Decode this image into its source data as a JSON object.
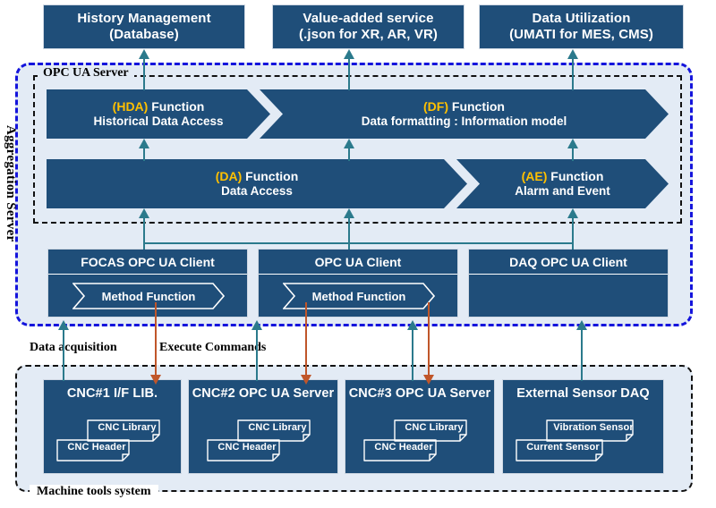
{
  "diagram": {
    "title": "OPC UA Aggregation Server architecture for machine tools",
    "colors": {
      "node_fill": "#1f4e79",
      "region_fill": "#e3ebf5",
      "aggregation_border": "#1414dc",
      "opc_border": "#111111",
      "code_highlight": "#ffc000",
      "arrow_up": "#2b7a8c",
      "arrow_down": "#c0562a"
    }
  },
  "consumers": [
    {
      "line1": "History Management",
      "line2": "(Database)"
    },
    {
      "line1": "Value-added service",
      "line2": "(.json for XR, AR, VR)"
    },
    {
      "line1": "Data Utilization",
      "line2": "(UMATI for MES, CMS)"
    }
  ],
  "aggregation_server": {
    "label": "Aggregation Server",
    "opc_ua_server": {
      "label": "OPC UA Server",
      "functions_row1": [
        {
          "code": "(HDA)",
          "suffix": " Function",
          "desc": "Historical Data Access"
        },
        {
          "code": "(DF)",
          "suffix": " Function",
          "desc": "Data formatting : Information model"
        }
      ],
      "functions_row2": [
        {
          "code": "(DA)",
          "suffix": " Function",
          "desc": "Data Access"
        },
        {
          "code": "(AE)",
          "suffix": " Function",
          "desc": "Alarm and Event"
        }
      ]
    },
    "clients": [
      {
        "title": "FOCAS OPC UA Client",
        "method": "Method Function"
      },
      {
        "title": "OPC UA Client",
        "method": "Method Function"
      },
      {
        "title": "DAQ OPC UA Client",
        "method": ""
      }
    ]
  },
  "flow_labels": {
    "data_acquisition": "Data acquisition",
    "execute_commands": "Execute Commands"
  },
  "machine_tools_system": {
    "label": "Machine tools system",
    "nodes": [
      {
        "title": "CNC#1 I/F LIB.",
        "items": [
          "CNC  Library",
          "CNC  Header"
        ]
      },
      {
        "title": "CNC#2 OPC UA Server",
        "items": [
          "CNC  Library",
          "CNC Header"
        ]
      },
      {
        "title": "CNC#3 OPC UA Server",
        "items": [
          "CNC  Library",
          "CNC Header"
        ]
      },
      {
        "title": "External Sensor DAQ",
        "items": [
          "Vibration Sensor",
          "Current Sensor"
        ]
      }
    ]
  }
}
